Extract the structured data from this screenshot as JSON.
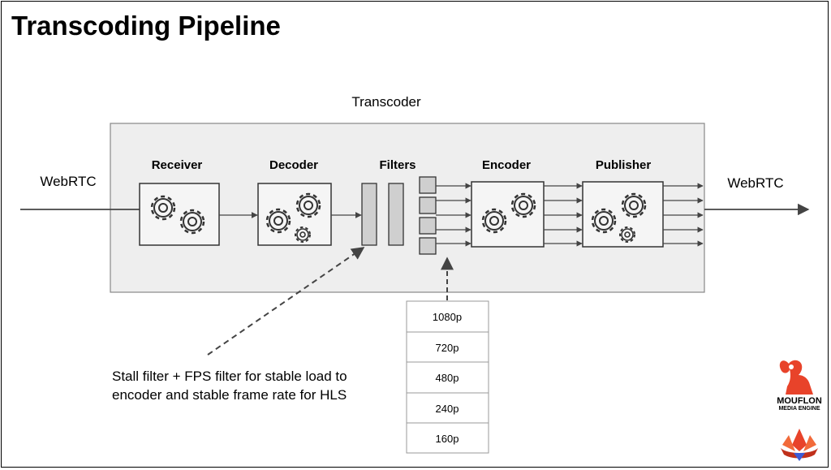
{
  "title": "Transcoding Pipeline",
  "transcoder_label": "Transcoder",
  "input_label": "WebRTC",
  "output_label": "WebRTC",
  "stages": [
    {
      "label": "Receiver",
      "icon": "gears-icon"
    },
    {
      "label": "Decoder",
      "icon": "gears-icon"
    },
    {
      "label": "Filters",
      "icon": "filter-bars-icon"
    },
    {
      "label": "Encoder",
      "icon": "gears-icon"
    },
    {
      "label": "Publisher",
      "icon": "gears-icon"
    }
  ],
  "resolutions": [
    "1080p",
    "720p",
    "480p",
    "240p",
    "160p"
  ],
  "note": "Stall filter + FPS filter for stable load to encoder and stable frame rate for HLS",
  "brand": {
    "name_line1": "MOUFLON",
    "name_line2": "MEDIA ENGINE",
    "accent": "#e8432a",
    "accent_dark": "#c0301b",
    "mark": "ram-logo-icon",
    "partner_mark": "lotus-logo-icon"
  },
  "colors": {
    "container_fill": "#eeeeee",
    "container_stroke": "#888888",
    "module_fill": "#f5f5f5",
    "filter_fill": "#cfcfcf",
    "line": "#444444"
  }
}
